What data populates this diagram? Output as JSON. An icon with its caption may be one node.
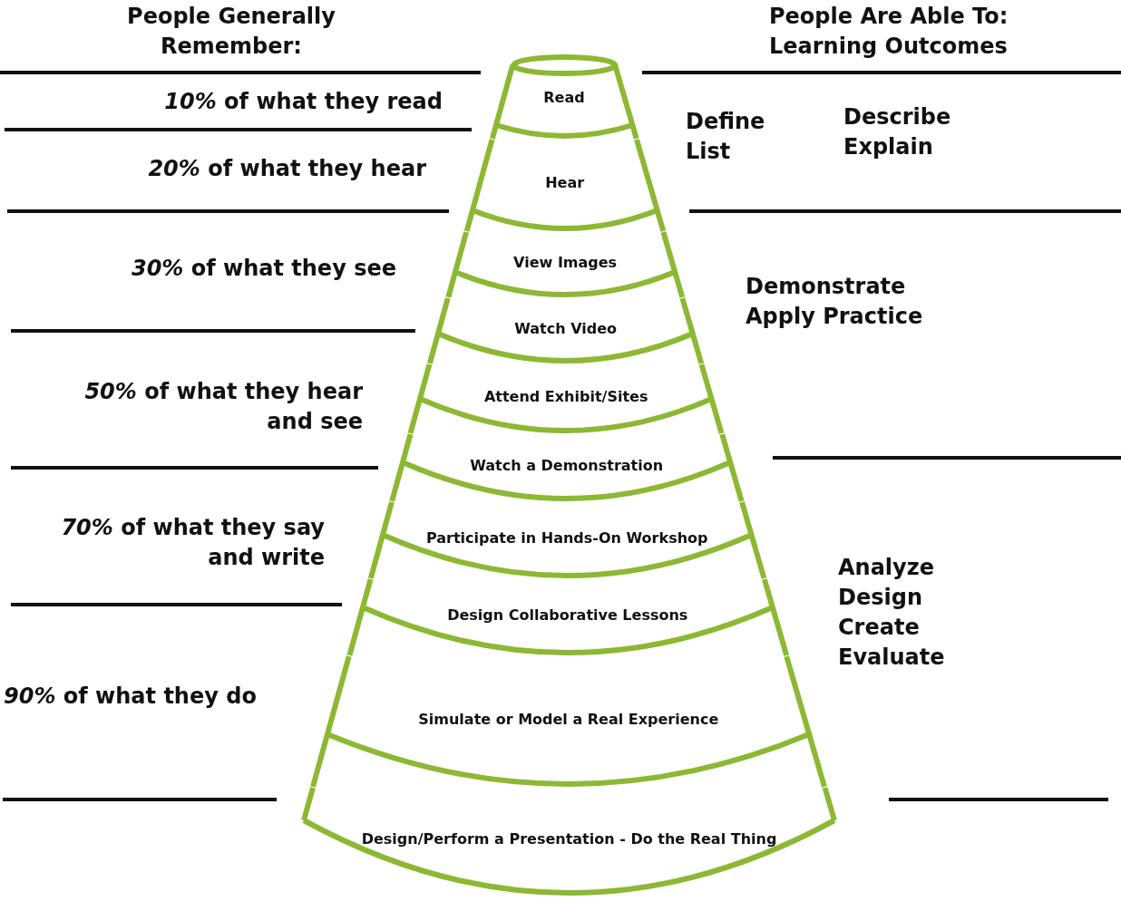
{
  "diagram": {
    "nodes": [
      {
        "text": [
          "Read"
        ]
      },
      {
        "text": [
          "Hear"
        ]
      },
      {
        "text": [
          "View Images"
        ]
      },
      {
        "text": [
          "Watch Video"
        ]
      },
      {
        "text": [
          "Attend Exhibit/Sites"
        ]
      },
      {
        "text": [
          "Watch a Demonstration"
        ]
      },
      {
        "text": [
          "Participate in Hands-On Workshop"
        ]
      },
      {
        "text": [
          "Design Collaborative Lessons"
        ]
      },
      {
        "text": [
          "Simulate or Model a Real Experience"
        ]
      },
      {
        "text": [
          "Design/Perform a Presentation - Do the Real Thing"
        ]
      }
    ],
    "edges": [],
    "labels": [
      "People Generally Remember:",
      "People Are Able To: Learning Outcomes",
      "*10%* of what they read",
      "Define List",
      "Describe Explain",
      "*20%* of what they hear",
      "*30%* of what they see",
      "Demonstrate Apply Practice",
      "*50%* of what they hear and see",
      "*70%* of what they say and write",
      "Analyze Design Create Evaluate",
      "*90%* of what they do"
    ]
  }
}
